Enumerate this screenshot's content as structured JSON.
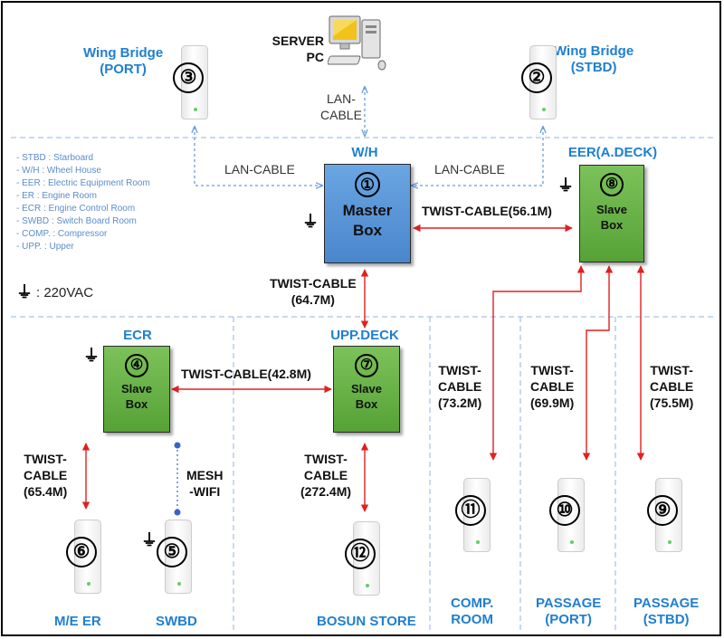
{
  "legend": {
    "items": [
      "- STBD : Starboard",
      "- W/H : Wheel House",
      "- EER : Electric Equipment Room",
      "- ER : Engine Room",
      "- ECR : Engine Control Room",
      "- SWBD : Switch Board Room",
      "- COMP. : Compressor",
      "- UPP. : Upper"
    ],
    "power_symbol": "⏚",
    "power_text": ": 220VAC"
  },
  "server": {
    "line1": "SERVER",
    "line2": "PC",
    "icon": "desktop-pc-icon"
  },
  "nodes": {
    "n1": {
      "number": "①",
      "line1": "Master",
      "line2": "Box",
      "location": "W/H"
    },
    "n2": {
      "number": "②",
      "label1": "Wing Bridge",
      "label2": "(STBD)"
    },
    "n3": {
      "number": "③",
      "label1": "Wing Bridge",
      "label2": "(PORT)"
    },
    "n4": {
      "number": "④",
      "line1": "Slave",
      "line2": "Box",
      "location": "ECR"
    },
    "n5": {
      "number": "⑤",
      "label": "SWBD"
    },
    "n6": {
      "number": "⑥",
      "label": "M/E ER"
    },
    "n7": {
      "number": "⑦",
      "line1": "Slave",
      "line2": "Box",
      "location": "UPP.DECK"
    },
    "n8": {
      "number": "⑧",
      "line1": "Slave",
      "line2": "Box",
      "location": "EER(A.DECK)"
    },
    "n9": {
      "number": "⑨",
      "label1": "PASSAGE",
      "label2": "(STBD)"
    },
    "n10": {
      "number": "⑩",
      "label1": "PASSAGE",
      "label2": "(PORT)"
    },
    "n11": {
      "number": "⑪",
      "label1": "COMP.",
      "label2": "ROOM"
    },
    "n12": {
      "number": "⑫",
      "label": "BOSUN STORE"
    }
  },
  "links": {
    "lan_server": {
      "l1": "LAN-",
      "l2": "CABLE"
    },
    "lan_left": "LAN-CABLE",
    "lan_right": "LAN-CABLE",
    "m_8": "TWIST-CABLE(56.1M)",
    "m_7": {
      "l1": "TWIST-CABLE",
      "l2": "(64.7M)"
    },
    "s4_s7": "TWIST-CABLE(42.8M)",
    "s4_6": {
      "l1": "TWIST-",
      "l2": "CABLE",
      "l3": "(65.4M)"
    },
    "s4_5": {
      "l1": "MESH",
      "l2": "-WIFI"
    },
    "s7_12": {
      "l1": "TWIST-",
      "l2": "CABLE",
      "l3": "(272.4M)"
    },
    "s8_11": {
      "l1": "TWIST-",
      "l2": "CABLE",
      "l3": "(73.2M)"
    },
    "s8_10": {
      "l1": "TWIST-",
      "l2": "CABLE",
      "l3": "(69.9M)"
    },
    "s8_9": {
      "l1": "TWIST-",
      "l2": "CABLE",
      "l3": "(75.5M)"
    }
  },
  "colors": {
    "master": "#4a86cc",
    "slave": "#56a236",
    "twist": "#e02020",
    "lan": "#6a9be0",
    "zone_divider": "#8fb4e6",
    "label_blue": "#1f7fcf"
  }
}
